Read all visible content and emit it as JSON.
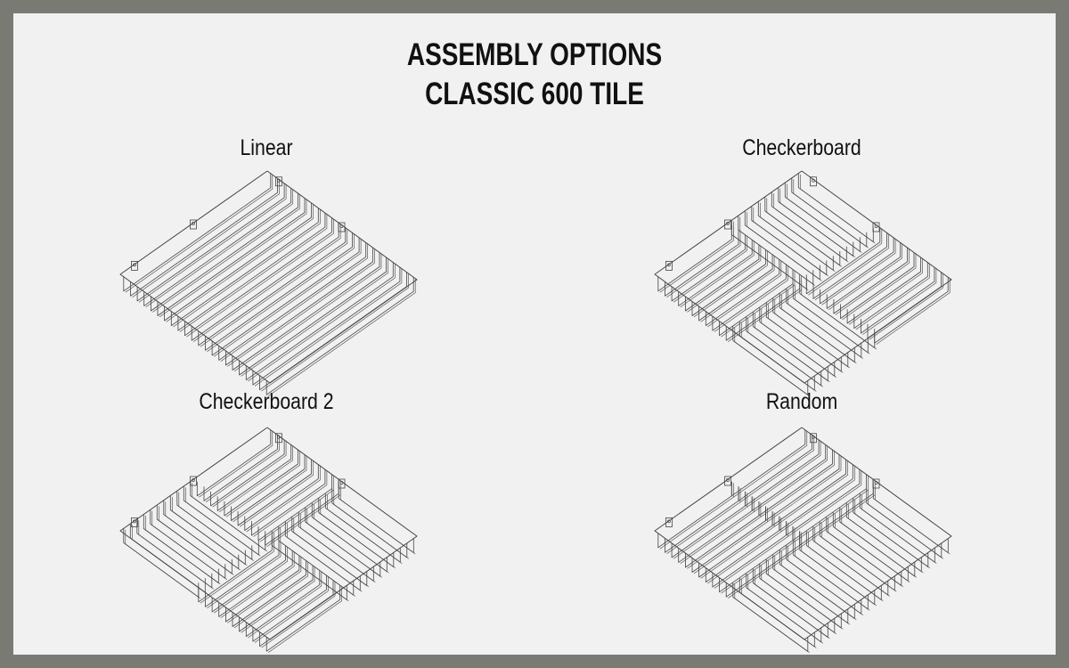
{
  "title": {
    "line1": "ASSEMBLY OPTIONS",
    "line2": "CLASSIC 600 TILE"
  },
  "options": [
    {
      "label": "Linear",
      "pattern": "linear",
      "icon": "linear-tile-drawing-icon"
    },
    {
      "label": "Checkerboard",
      "pattern": "checkerboard",
      "icon": "checkerboard-tile-drawing-icon"
    },
    {
      "label": "Checkerboard 2",
      "pattern": "checkerboard-2",
      "icon": "checkerboard-2-tile-drawing-icon"
    },
    {
      "label": "Random",
      "pattern": "random",
      "icon": "random-tile-drawing-icon"
    }
  ],
  "colors": {
    "border": "#7a7a74",
    "panel": "#f1f1f1",
    "line": "#444444"
  }
}
